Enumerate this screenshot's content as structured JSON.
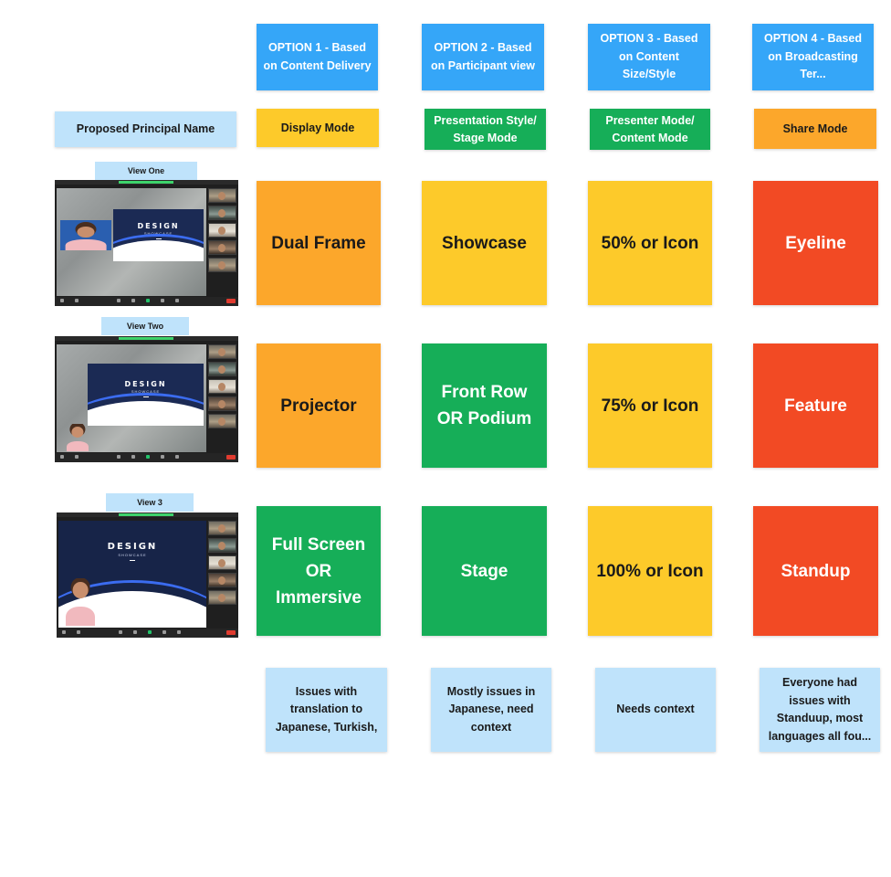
{
  "headers": [
    {
      "id": "option-1",
      "label": "OPTION 1 - Based on Content Delivery"
    },
    {
      "id": "option-2",
      "label": "OPTION 2 - Based on Participant view"
    },
    {
      "id": "option-3",
      "label": "OPTION 3 - Based on Content Size/Style"
    },
    {
      "id": "option-4",
      "label": "OPTION 4 - Based on Broadcasting Ter..."
    }
  ],
  "row_label": "Proposed Principal Name",
  "principal_names": [
    "Display Mode",
    "Presentation Style/ Stage Mode",
    "Presenter Mode/ Content Mode",
    "Share Mode"
  ],
  "view_labels": [
    "View One",
    "View Two",
    "View 3"
  ],
  "grid": [
    [
      "Dual Frame",
      "Showcase",
      "50% or Icon",
      "Eyeline"
    ],
    [
      "Projector",
      "Front Row OR Podium",
      "75% or Icon",
      "Feature"
    ],
    [
      "Full Screen OR Immersive",
      "Stage",
      "100% or Icon",
      "Standup"
    ]
  ],
  "feedback": [
    "Issues with translation to Japanese, Turkish,",
    "Mostly issues in Japanese, need context",
    "Needs context",
    "Everyone had issues with Standuup, most languages all fou..."
  ],
  "slide": {
    "title": "DESIGN",
    "subtitle": "SHOWCASE"
  },
  "colors": {
    "header_blue": "#35a6f8",
    "light_blue": "#bfe3fb",
    "yellow": "#fdca2a",
    "orange": "#fca72b",
    "green": "#16ae58",
    "red": "#f24a24"
  },
  "icons": [
    "microphone-icon",
    "video-camera-icon",
    "participants-icon",
    "chat-icon",
    "share-screen-icon",
    "record-icon",
    "reactions-icon",
    "end-call-button"
  ]
}
